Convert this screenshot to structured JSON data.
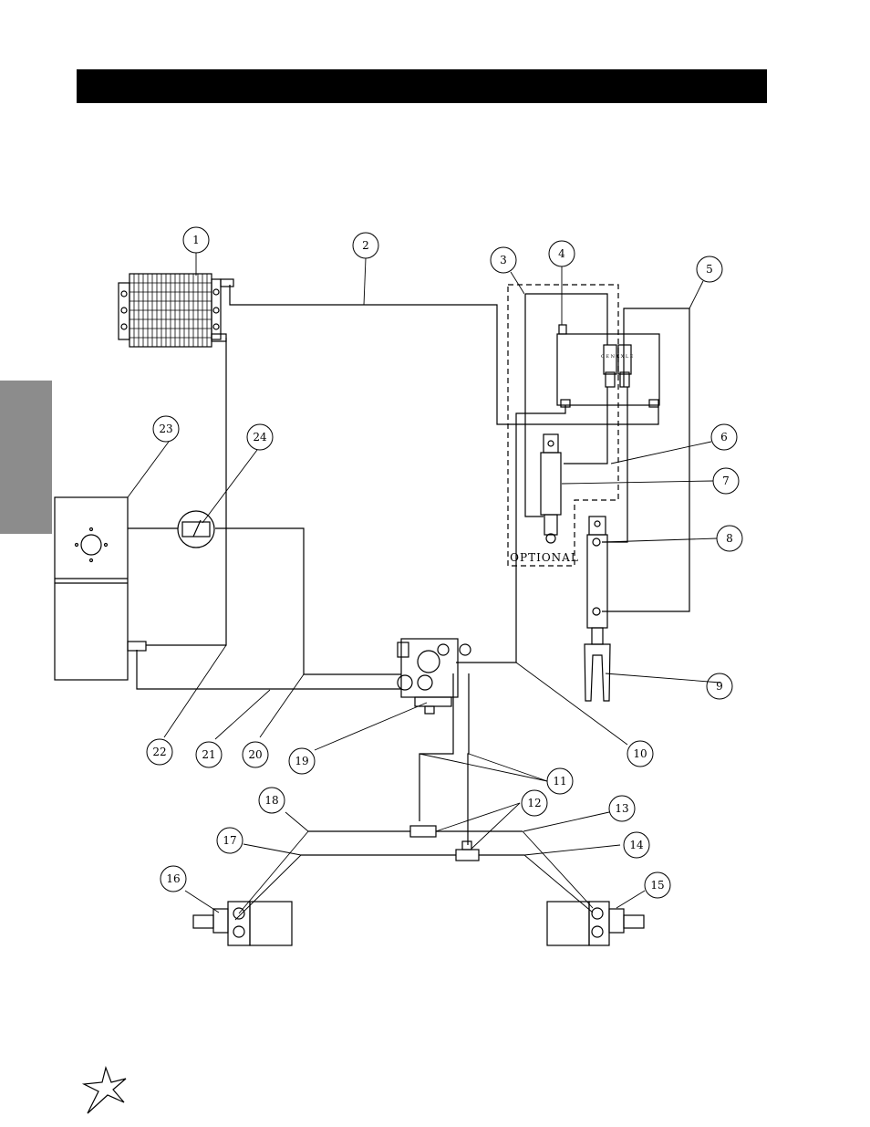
{
  "page": {
    "header_text": "",
    "optional_label": "OPTIONAL"
  },
  "valve_labels": [
    "C E N T",
    "A X L E"
  ],
  "callouts": [
    "1",
    "2",
    "3",
    "4",
    "5",
    "6",
    "7",
    "8",
    "9",
    "10",
    "11",
    "12",
    "13",
    "14",
    "15",
    "16",
    "17",
    "18",
    "19",
    "20",
    "21",
    "22",
    "23",
    "24"
  ],
  "colors": {
    "line": "#000000",
    "header": "#000000",
    "tab": "#8c8c8c"
  }
}
